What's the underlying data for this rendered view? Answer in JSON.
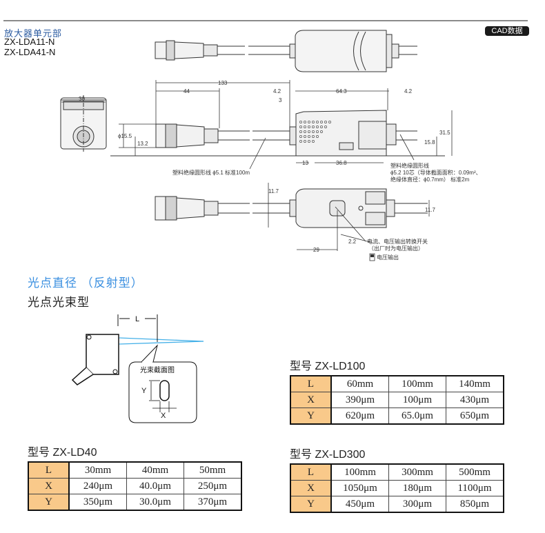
{
  "header": {
    "section_label": "放大器单元部",
    "models": [
      "ZX-LDA11-N",
      "ZX-LDA41-N"
    ],
    "cad_button": "CAD数据"
  },
  "drawing": {
    "dims": {
      "width_30": "30",
      "len_133": "133",
      "len_44": "44",
      "d_4_2_left": "4.2",
      "d_3": "3",
      "len_64_3": "64.3",
      "d_4_2_right": "4.2",
      "phi_15_5": "ϕ15.5",
      "h_13_2": "13.2",
      "h_31_5": "31.5",
      "h_15_8": "15.8",
      "len_13": "13",
      "len_36_8": "36.8",
      "d_11_7_left": "11.7",
      "d_11_7_right": "11.7",
      "d_2_2": "2.2",
      "len_29": "29"
    },
    "notes": {
      "cable_left": "塑料绝缘圆形线  ϕ5.1  标准100m",
      "cable_right_1": "塑料绝缘圆形线",
      "cable_right_2": "ϕ5.2 10芯（导体截面面积：0.09m²、",
      "cable_right_3": "绝缘体直径：ϕ0.7mm）  标准2m",
      "switch_1": "电流、电压输出转换开关",
      "switch_2": "（出厂时为电压输出）",
      "voltage_output": "电压输出"
    }
  },
  "spot": {
    "section_title": "光点直径 （反射型）",
    "subtitle": "光点光束型",
    "diagram": {
      "L_label": "L",
      "callout_title": "光束截面图",
      "Y_label": "Y",
      "X_label": "X"
    }
  },
  "tables": [
    {
      "title": "型号 ZX-LD100",
      "header": [
        "L",
        "60mm",
        "100mm",
        "140mm"
      ],
      "rows": [
        [
          "X",
          "390μm",
          "100μm",
          "430μm"
        ],
        [
          "Y",
          "620μm",
          "65.0μm",
          "650μm"
        ]
      ]
    },
    {
      "title": "型号 ZX-LD40",
      "header": [
        "L",
        "30mm",
        "40mm",
        "50mm"
      ],
      "rows": [
        [
          "X",
          "240μm",
          "40.0μm",
          "250μm"
        ],
        [
          "Y",
          "350μm",
          "30.0μm",
          "370μm"
        ]
      ]
    },
    {
      "title": "型号 ZX-LD300",
      "header": [
        "L",
        "100mm",
        "300mm",
        "500mm"
      ],
      "rows": [
        [
          "X",
          "1050μm",
          "180μm",
          "1100μm"
        ],
        [
          "Y",
          "450μm",
          "300μm",
          "850μm"
        ]
      ]
    }
  ]
}
